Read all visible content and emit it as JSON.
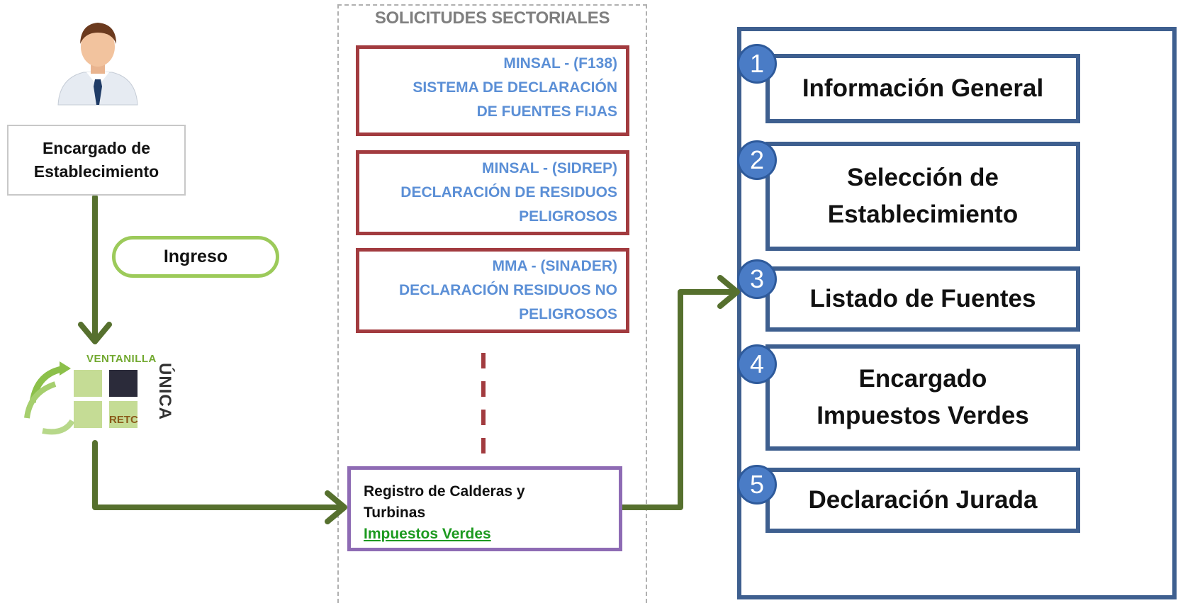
{
  "manager": {
    "label_line1": "Encargado de",
    "label_line2": "Establecimiento"
  },
  "login": {
    "label": "Ingreso"
  },
  "logo": {
    "top_text": "VENTANILLA",
    "side_text": "ÚNICA",
    "retc_text": "RETC"
  },
  "sectoral": {
    "title": "SOLICITUDES SECTORIALES",
    "requests": [
      {
        "line1": "MINSAL  - (F138)",
        "line2": "SISTEMA  DE DECLARACIÓN",
        "line3": "DE FUENTES FIJAS"
      },
      {
        "line1": "MINSAL  - (SIDREP)",
        "line2": "DECLARACIÓN  DE RESIDUOS",
        "line3": "PELIGROSOS"
      },
      {
        "line1": "MMA - (SINADER)",
        "line2": "DECLARACIÓN  RESIDUOS NO",
        "line3": "PELIGROSOS"
      }
    ],
    "registry": {
      "line1": "Registro de Calderas y",
      "line2": "Turbinas",
      "link": "Impuestos Verdes"
    }
  },
  "steps": [
    {
      "number": "1",
      "line1": "Información General",
      "line2": ""
    },
    {
      "number": "2",
      "line1": "Selección de",
      "line2": "Establecimiento"
    },
    {
      "number": "3",
      "line1": "Listado de Fuentes",
      "line2": ""
    },
    {
      "number": "4",
      "line1": "Encargado",
      "line2": "Impuestos Verdes"
    },
    {
      "number": "5",
      "line1": "Declaración Jurada",
      "line2": ""
    }
  ],
  "colors": {
    "arrow_green": "#56702e",
    "pill_green": "#9cca5a",
    "red_border": "#a23b3f",
    "blue_text": "#5b8fd6",
    "purple_border": "#8e6bb4",
    "navy_border": "#3e5f8f",
    "number_circle": "#4a7cc6",
    "link_green": "#1d9a20"
  }
}
